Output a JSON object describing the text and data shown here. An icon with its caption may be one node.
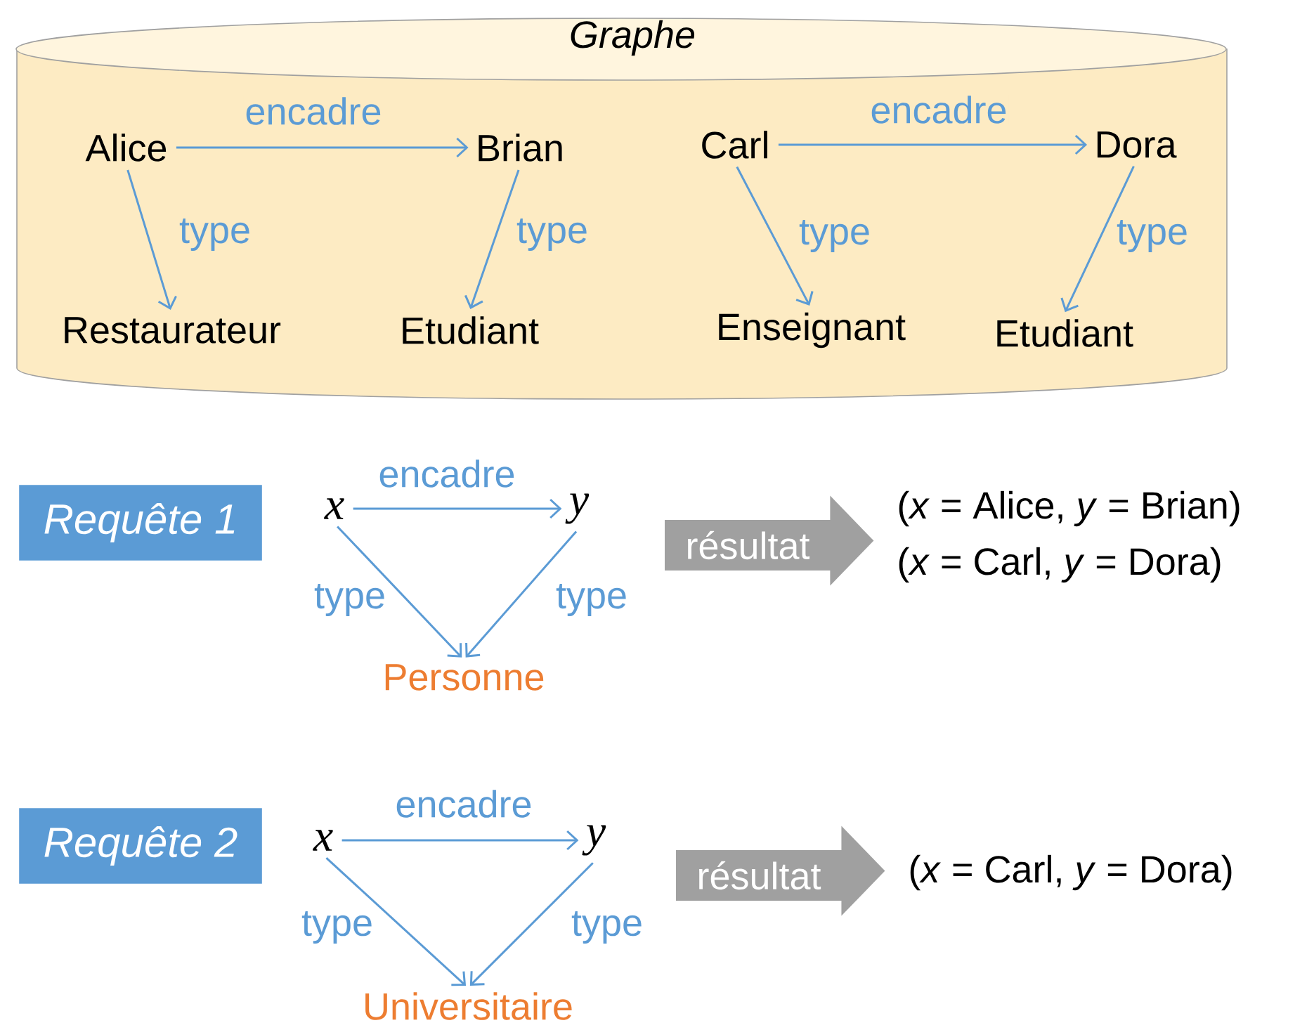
{
  "diagram": {
    "nodes": [
      {
        "text": [
          "Graphe"
        ]
      },
      {
        "text": [
          "Alice"
        ],
        "in": 0
      },
      {
        "text": [
          "Brian"
        ],
        "in": 0
      },
      {
        "text": [
          "Carl"
        ],
        "in": 0
      },
      {
        "text": [
          "Dora"
        ],
        "in": 0
      },
      {
        "text": [
          "Restaurateur"
        ],
        "in": 0
      },
      {
        "text": [
          "Etudiant"
        ],
        "in": 0
      },
      {
        "text": [
          "Enseignant"
        ],
        "in": 0
      },
      {
        "text": [
          "Etudiant"
        ],
        "in": 0
      },
      {
        "text": [
          "Requête 1"
        ]
      },
      {
        "text": [
          "x"
        ]
      },
      {
        "text": [
          "y"
        ]
      },
      {
        "text": [
          "Personne"
        ]
      },
      {
        "text": [
          "résultat"
        ],
        "beside": [
          "(*x* = Alice,   *y* = Brian)",
          "(*x* = Carl,    *y* = Dora)"
        ]
      },
      {
        "text": [
          "Requête 2"
        ]
      },
      {
        "text": [
          "x"
        ]
      },
      {
        "text": [
          "y"
        ]
      },
      {
        "text": [
          "Universitaire"
        ]
      },
      {
        "text": [
          "résultat"
        ],
        "beside": [
          "(*x* = Carl,    *y* = Dora)"
        ]
      }
    ],
    "edges": [
      {
        "from": 1,
        "to": 2,
        "arrow": "to",
        "label": "encadre"
      },
      {
        "from": 1,
        "to": 5,
        "arrow": "to",
        "label": "type"
      },
      {
        "from": 2,
        "to": 6,
        "arrow": "to",
        "label": "type"
      },
      {
        "from": 3,
        "to": 4,
        "arrow": "to",
        "label": "encadre"
      },
      {
        "from": 3,
        "to": 7,
        "arrow": "to",
        "label": "type"
      },
      {
        "from": 4,
        "to": 8,
        "arrow": "to",
        "label": "type"
      },
      {
        "from": 10,
        "to": 11,
        "arrow": "to",
        "label": "encadre"
      },
      {
        "from": 10,
        "to": 12,
        "arrow": "to",
        "label": "type"
      },
      {
        "from": 11,
        "to": 12,
        "arrow": "to",
        "label": "type"
      },
      {
        "from": 15,
        "to": 16,
        "arrow": "to",
        "label": "encadre"
      },
      {
        "from": 15,
        "to": 17,
        "arrow": "to",
        "label": "type"
      },
      {
        "from": 16,
        "to": 17,
        "arrow": "to",
        "label": "type"
      }
    ]
  }
}
